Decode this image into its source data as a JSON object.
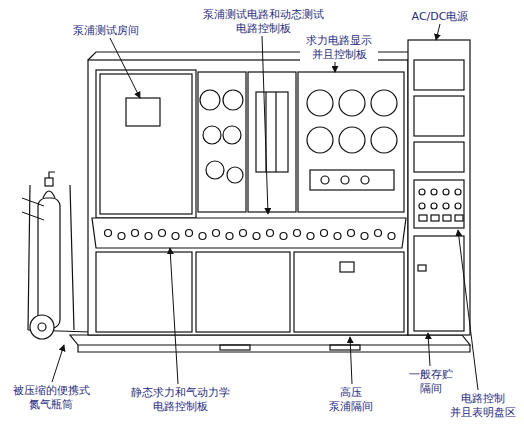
{
  "diagram": {
    "labels": [
      "泵浦测试房间",
      "泵浦测试电路和动态测试 电路控制板",
      "求力电路显示 并且控制板",
      "AC/DC电源",
      "被压缩的便携式 氮气瓶筒",
      "静态求力和气动力学 电路控制板",
      "高压 泵浦隔间",
      "一般存贮 隔间",
      "电路控制 并且表明盘区"
    ]
  }
}
